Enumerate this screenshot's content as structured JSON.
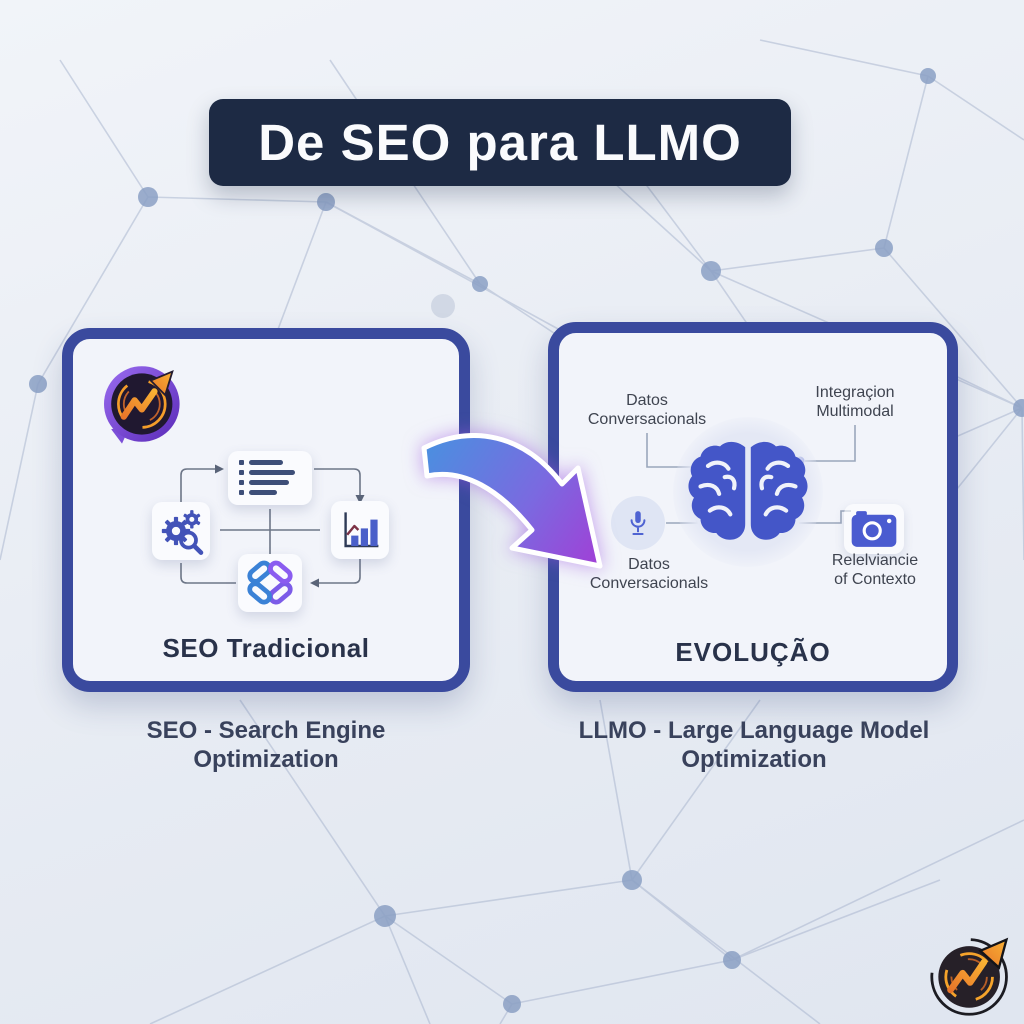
{
  "title": "De SEO para LLMO",
  "left_card": {
    "label": "SEO Tradicional",
    "caption_line1": "SEO - Search Engine",
    "caption_line2": "Optimization"
  },
  "right_card": {
    "label": "EVOLUÇÃO",
    "caption_line1": "LLMO - Large Language Model",
    "caption_line2": "Optimization",
    "feature_top_left_line1": "Datos",
    "feature_top_left_line2": "Conversacionals",
    "feature_top_right_line1": "Integraçion",
    "feature_top_right_line2": "Multimodal",
    "feature_bottom_left_line1": "Datos",
    "feature_bottom_left_line2": "Conversacionals",
    "feature_bottom_right_line1": "Relelviancie",
    "feature_bottom_right_line2": "of Contexto"
  },
  "icons": {
    "brand_logo": "growth-chat-logo",
    "left_cycle": [
      "checklist",
      "gear-search",
      "bar-chart",
      "link-chain"
    ],
    "right_features": [
      "brain",
      "microphone",
      "camera"
    ],
    "transition": "evolution-arrow"
  },
  "colors": {
    "banner_bg": "#1d2a44",
    "card_border": "#3a4a9e",
    "card_bg": "#f2f4fa",
    "icon_indigo": "#4353b8",
    "bar_blue": "#4a5fc9",
    "chain_blue": "#3b82d6",
    "chain_purple": "#7c5ce8",
    "brain_blue": "#4456c8",
    "arrow_gradient_start": "#4b8fe0",
    "arrow_gradient_end": "#a13fd6",
    "logo_orange": "#f5a32b",
    "logo_purple": "#7c4fd8",
    "network_node": "#8ba0c4"
  }
}
